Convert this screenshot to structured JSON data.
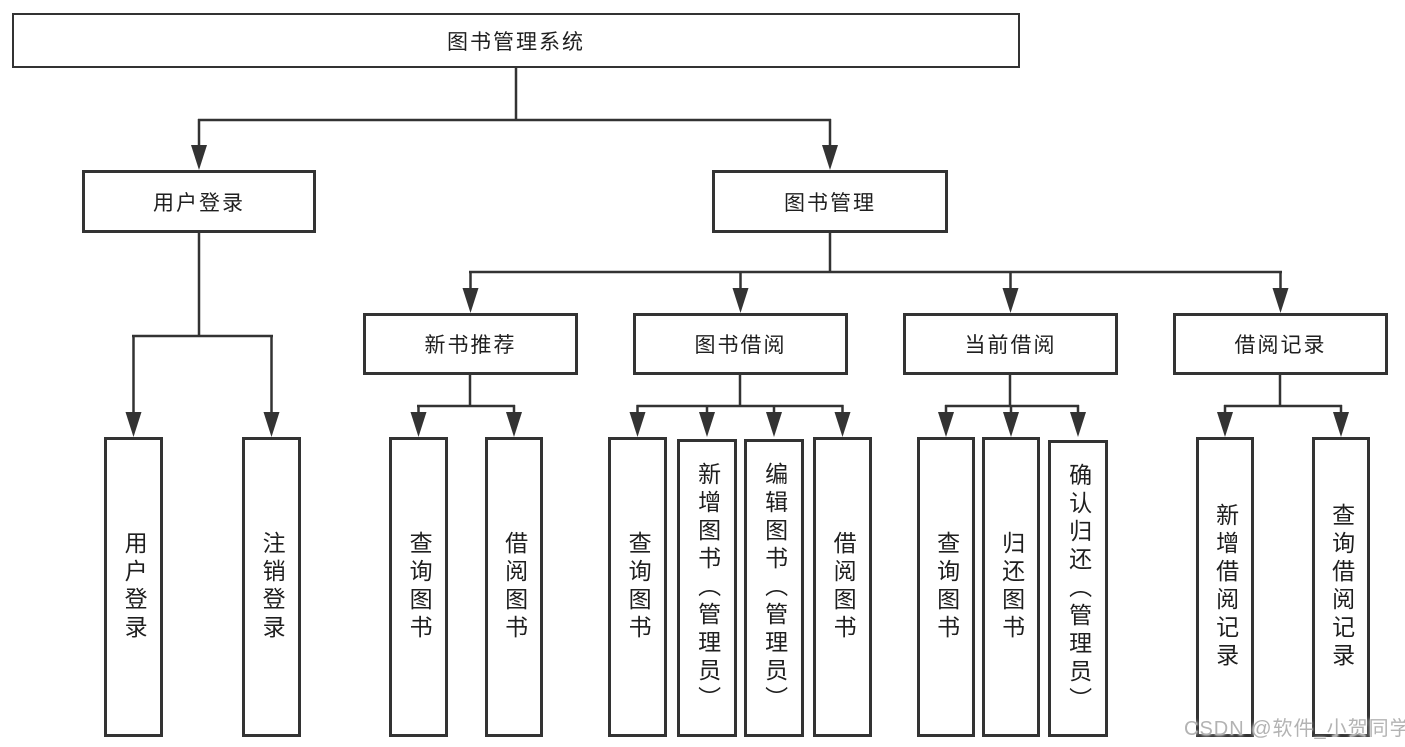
{
  "diagram": {
    "type": "tree",
    "root": {
      "label": "图书管理系统",
      "children": [
        {
          "label": "用户登录",
          "children": [
            {
              "label": "用户登录"
            },
            {
              "label": "注销登录"
            }
          ]
        },
        {
          "label": "图书管理",
          "children": [
            {
              "label": "新书推荐",
              "children": [
                {
                  "label": "查询图书"
                },
                {
                  "label": "借阅图书"
                }
              ]
            },
            {
              "label": "图书借阅",
              "children": [
                {
                  "label": "查询图书"
                },
                {
                  "label": "新增图书（管理员）"
                },
                {
                  "label": "编辑图书（管理员）"
                },
                {
                  "label": "借阅图书"
                }
              ]
            },
            {
              "label": "当前借阅",
              "children": [
                {
                  "label": "查询图书"
                },
                {
                  "label": "归还图书"
                },
                {
                  "label": "确认归还（管理员）"
                }
              ]
            },
            {
              "label": "借阅记录",
              "children": [
                {
                  "label": "新增借阅记录"
                },
                {
                  "label": "查询借阅记录"
                }
              ]
            }
          ]
        }
      ]
    },
    "colors": {
      "line": "#333333",
      "box_border": "#333333",
      "box_fill": "#ffffff",
      "text": "#1f1f1f",
      "watermark": "#b3b3b3",
      "background": "#ffffff"
    }
  },
  "watermark": {
    "text": "CSDN @软件_小贺同学"
  }
}
